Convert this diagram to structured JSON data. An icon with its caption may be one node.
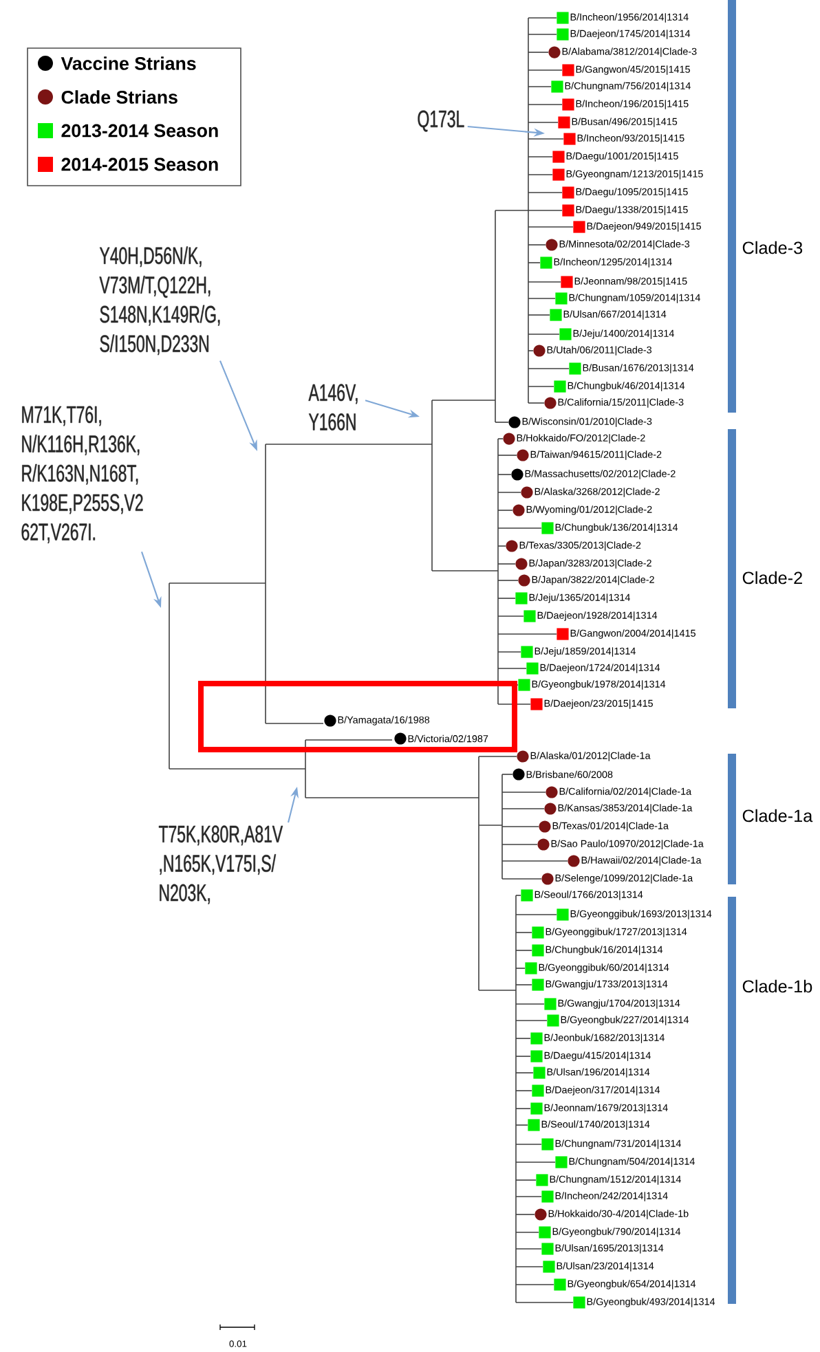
{
  "diagram": {
    "nodes": [
      {
        "text": [
          "Q173L"
        ]
      },
      {
        "text": [
          "Y40H,D56N/K, V73M/T,Q122H, S148N,K149R/G, S/I150N,D233N"
        ]
      },
      {
        "text": [
          "A146V, Y166N"
        ]
      },
      {
        "text": [
          "M71K,T76I, N/K116H,R136K, R/K163N,N168T, K198E,P255S,V2 62T,V267I."
        ]
      },
      {
        "text": [
          "T75K,K80R,A81V ,N165K,V175I,S/ N203K,"
        ]
      },
      {
        "text": [
          "B/Yamagata/16/1988",
          "B/Victoria/02/1987"
        ]
      }
    ],
    "edges": [
      {
        "from": 0,
        "to": null,
        "arrow": "to"
      },
      {
        "from": 1,
        "to": null,
        "arrow": "to"
      },
      {
        "from": 2,
        "to": null,
        "arrow": "to"
      },
      {
        "from": 3,
        "to": null,
        "arrow": "to"
      },
      {
        "from": 4,
        "to": null,
        "arrow": "to"
      }
    ],
    "labels": [
      "B/Incheon/1956/2014|1314",
      "B/Daejeon/1745/2014|1314",
      "B/Alabama/3812/2014|Clade-3",
      "B/Gangwon/45/2015|1415",
      "B/Chungnam/756/2014|1314",
      "B/Incheon/196/2015|1415",
      "B/Busan/496/2015|1415",
      "B/Incheon/93/2015|1415",
      "B/Daegu/1001/2015|1415",
      "B/Gyeongnam/1213/2015|1415",
      "B/Daegu/1095/2015|1415",
      "B/Daegu/1338/2015|1415",
      "B/Daejeon/949/2015|1415",
      "B/Minnesota/02/2014|Clade-3",
      "B/Incheon/1295/2014|1314",
      "B/Jeonnam/98/2015|1415",
      "B/Chungnam/1059/2014|1314",
      "B/Ulsan/667/2014|1314",
      "B/Jeju/1400/2014|1314",
      "B/Utah/06/2011|Clade-3",
      "B/Busan/1676/2013|1314",
      "B/Chungbuk/46/2014|1314",
      "B/California/15/2011|Clade-3",
      "B/Wisconsin/01/2010|Clade-3",
      "B/Hokkaido/FO/2012|Clade-2",
      "B/Taiwan/94615/2011|Clade-2",
      "B/Massachusetts/02/2012|Clade-2",
      "B/Alaska/3268/2012|Clade-2",
      "B/Wyoming/01/2012|Clade-2",
      "B/Chungbuk/136/2014|1314",
      "B/Texas/3305/2013|Clade-2",
      "B/Japan/3283/2013|Clade-2",
      "B/Japan/3822/2014|Clade-2",
      "B/Jeju/1365/2014|1314",
      "B/Daejeon/1928/2014|1314",
      "B/Gangwon/2004/2014|1415",
      "B/Jeju/1859/2014|1314",
      "B/Daejeon/1724/2014|1314",
      "B/Gyeongbuk/1978/2014|1314",
      "B/Daejeon/23/2015|1415",
      "B/Alaska/01/2012|Clade-1a",
      "B/Brisbane/60/2008",
      "B/California/02/2014|Clade-1a",
      "B/Kansas/3853/2014|Clade-1a",
      "B/Texas/01/2014|Clade-1a",
      "B/Sao Paulo/10970/2012|Clade-1a",
      "B/Hawaii/02/2014|Clade-1a",
      "B/Selenge/1099/2012|Clade-1a",
      "B/Seoul/1766/2013|1314",
      "B/Gyeonggibuk/1693/2013|1314",
      "B/Gyeonggibuk/1727/2013|1314",
      "B/Chungbuk/16/2014|1314",
      "B/Gyeonggibuk/60/2014|1314",
      "B/Gwangju/1733/2013|1314",
      "B/Gwangju/1704/2013|1314",
      "B/Gyeongbuk/227/2014|1314",
      "B/Jeonbuk/1682/2013|1314",
      "B/Daegu/415/2014|1314",
      "B/Ulsan/196/2014|1314",
      "B/Daejeon/317/2014|1314",
      "B/Jeonnam/1679/2013|1314",
      "B/Seoul/1740/2013|1314",
      "B/Chungnam/731/2014|1314",
      "B/Chungnam/504/2014|1314",
      "B/Chungnam/1512/2014|1314",
      "B/Incheon/242/2014|1314",
      "B/Hokkaido/30-4/2014|Clade-1b",
      "B/Gyeongbuk/790/2014|1314",
      "B/Ulsan/1695/2013|1314",
      "B/Ulsan/23/2014|1314",
      "B/Gyeongbuk/654/2014|1314",
      "B/Gyeongbuk/493/2014|1314",
      "Clade-3",
      "Clade-2",
      "Clade-1a",
      "Clade-1b",
      "0.01"
    ],
    "legend": [
      {
        "text": "Vaccine Strians",
        "color": "#000000"
      },
      {
        "text": "Clade Strians",
        "color": "#7b1414"
      },
      {
        "text": "2013-2014 Season",
        "color": "#00ee00"
      },
      {
        "text": "2014-2015 Season",
        "color": "#ff0000"
      }
    ]
  }
}
